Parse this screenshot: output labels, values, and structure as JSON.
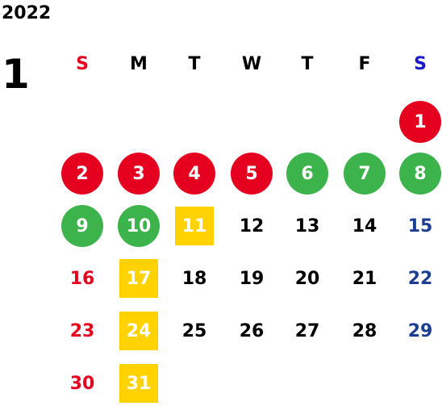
{
  "calendar": {
    "year": "2022",
    "month": "1",
    "weekdays": [
      {
        "label": "S",
        "color": "#e60020"
      },
      {
        "label": "M",
        "color": "#000000"
      },
      {
        "label": "T",
        "color": "#000000"
      },
      {
        "label": "W",
        "color": "#000000"
      },
      {
        "label": "T",
        "color": "#000000"
      },
      {
        "label": "F",
        "color": "#000000"
      },
      {
        "label": "S",
        "color": "#1a1acc"
      }
    ],
    "weeks": [
      [
        null,
        null,
        null,
        null,
        null,
        null,
        {
          "day": "1",
          "style": "circle-red"
        }
      ],
      [
        {
          "day": "2",
          "style": "circle-red"
        },
        {
          "day": "3",
          "style": "circle-red"
        },
        {
          "day": "4",
          "style": "circle-red"
        },
        {
          "day": "5",
          "style": "circle-red"
        },
        {
          "day": "6",
          "style": "circle-green"
        },
        {
          "day": "7",
          "style": "circle-green"
        },
        {
          "day": "8",
          "style": "circle-green"
        }
      ],
      [
        {
          "day": "9",
          "style": "circle-green"
        },
        {
          "day": "10",
          "style": "circle-green"
        },
        {
          "day": "11",
          "style": "box-yellow"
        },
        {
          "day": "12",
          "style": "plain"
        },
        {
          "day": "13",
          "style": "plain"
        },
        {
          "day": "14",
          "style": "plain"
        },
        {
          "day": "15",
          "style": "txt-blue"
        }
      ],
      [
        {
          "day": "16",
          "style": "txt-red"
        },
        {
          "day": "17",
          "style": "box-yellow"
        },
        {
          "day": "18",
          "style": "plain"
        },
        {
          "day": "19",
          "style": "plain"
        },
        {
          "day": "20",
          "style": "plain"
        },
        {
          "day": "21",
          "style": "plain"
        },
        {
          "day": "22",
          "style": "txt-blue"
        }
      ],
      [
        {
          "day": "23",
          "style": "txt-red"
        },
        {
          "day": "24",
          "style": "box-yellow"
        },
        {
          "day": "25",
          "style": "plain"
        },
        {
          "day": "26",
          "style": "plain"
        },
        {
          "day": "27",
          "style": "plain"
        },
        {
          "day": "28",
          "style": "plain"
        },
        {
          "day": "29",
          "style": "txt-blue"
        }
      ],
      [
        {
          "day": "30",
          "style": "txt-red"
        },
        {
          "day": "31",
          "style": "box-yellow"
        },
        null,
        null,
        null,
        null,
        null
      ]
    ]
  },
  "colors": {
    "holiday_red": "#e60020",
    "event_green": "#3cb44b",
    "highlight_yellow": "#ffd200",
    "saturday_blue": "#1c3f94",
    "saturday_header_blue": "#1a1acc"
  }
}
